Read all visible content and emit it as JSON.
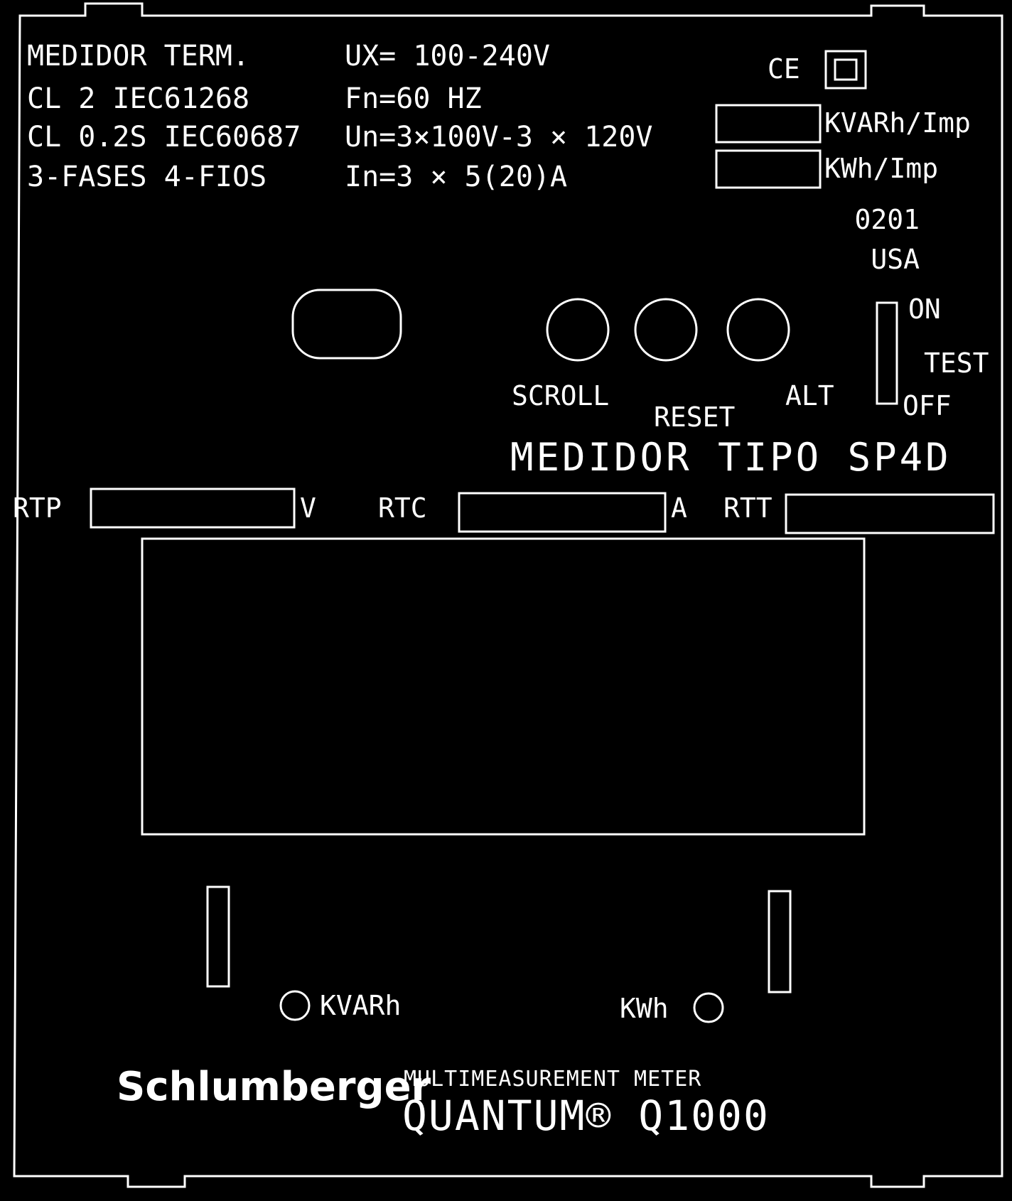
{
  "spec_lines": {
    "line1_left": "MEDIDOR TERM.",
    "line1_right": "UX= 100-240V",
    "line2_left": "CL 2 IEC61268",
    "line2_right": "Fn=60 HZ",
    "line3_left": "CL 0.2S IEC60687",
    "line3_right": "Un=3×100V-3 × 120V",
    "line4_left": "3-FASES 4-FIOS",
    "line4_right": "In=3 × 5(20)A"
  },
  "ce_mark": "CE",
  "constants": {
    "kvarh_label": "KVARh/Imp",
    "kwh_label": "KWh/Imp",
    "kvarh_value": "",
    "kwh_value": ""
  },
  "origin": {
    "code": "0201",
    "country": "USA"
  },
  "buttons": {
    "scroll": "SCROLL",
    "reset": "RESET",
    "alt": "ALT"
  },
  "switch": {
    "on": "ON",
    "test": "TEST",
    "off": "OFF"
  },
  "meter_type": "MEDIDOR TIPO SP4D",
  "ratios": {
    "rtp_label": "RTP",
    "rtp_unit": "V",
    "rtc_label": "RTC",
    "rtc_unit": "A",
    "rtt_label": "RTT",
    "rtp_value": "",
    "rtc_value": "",
    "rtt_value": ""
  },
  "indicators": {
    "kvarh": "KVARh",
    "kwh": "KWh"
  },
  "brand": {
    "maker": "Schlumberger",
    "subtitle": "MULTIMEASUREMENT METER",
    "model": "QUANTUM® Q1000"
  }
}
